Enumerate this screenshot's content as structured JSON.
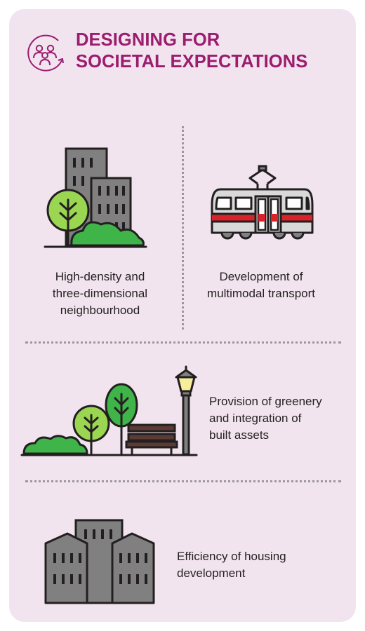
{
  "header": {
    "title_line1": "DESIGNING FOR",
    "title_line2": "SOCIETAL EXPECTATIONS",
    "icon": "community-cycle-icon"
  },
  "items": [
    {
      "icon": "high-density-buildings-icon",
      "line1": "High-density and",
      "line2": "three-dimensional",
      "line3": "neighbourhood"
    },
    {
      "icon": "tram-icon",
      "line1": "Development of",
      "line2": "multimodal transport"
    },
    {
      "icon": "park-greenery-icon",
      "line1": "Provision of greenery",
      "line2": "and integration of",
      "line3": "built assets"
    },
    {
      "icon": "housing-buildings-icon",
      "line1": "Efficiency of housing",
      "line2": "development"
    }
  ],
  "colors": {
    "background": "#f1e4ee",
    "title": "#9c1c6e",
    "building_grey": "#808080",
    "tree_dark_green": "#3fb449",
    "tree_light_green": "#9ad652",
    "tram_stripe": "#d8232a",
    "lamp_light": "#f7ee9b",
    "bench_brown": "#5b3b34"
  }
}
